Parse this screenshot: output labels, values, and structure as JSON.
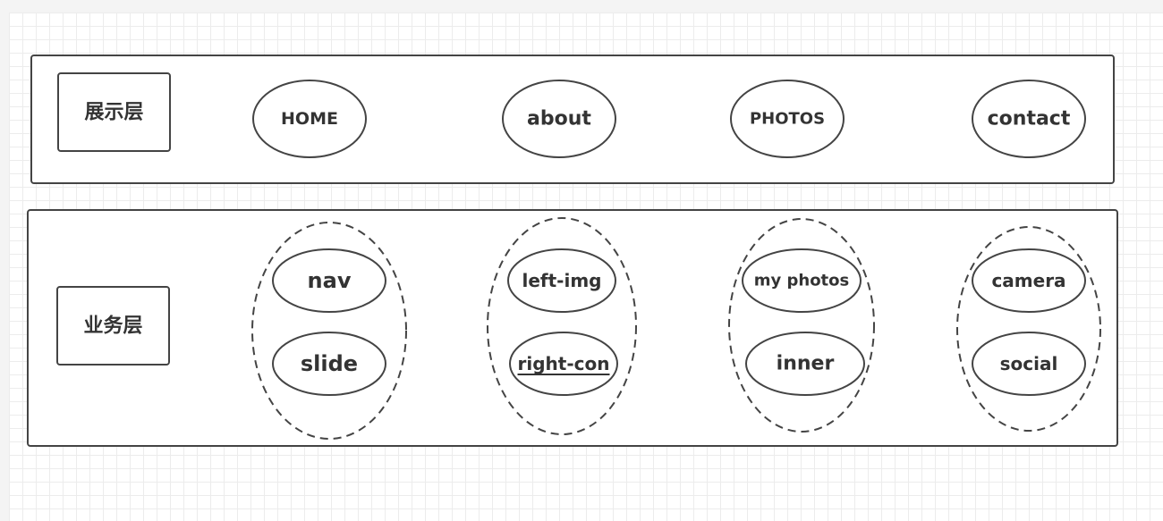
{
  "layers": [
    {
      "label": "展示层",
      "nodes": [
        "HOME",
        "about",
        "PHOTOS",
        "contact"
      ]
    },
    {
      "label": "业务层",
      "groups": [
        {
          "nodes": [
            "nav",
            "slide"
          ]
        },
        {
          "nodes": [
            "left-img",
            "right-con"
          ]
        },
        {
          "nodes": [
            "my photos",
            "inner"
          ]
        },
        {
          "nodes": [
            "camera",
            "social"
          ]
        }
      ]
    }
  ],
  "colors": {
    "stroke": "#444444",
    "text": "#333333",
    "canvas": "#ffffff",
    "grid": "#ececec"
  }
}
